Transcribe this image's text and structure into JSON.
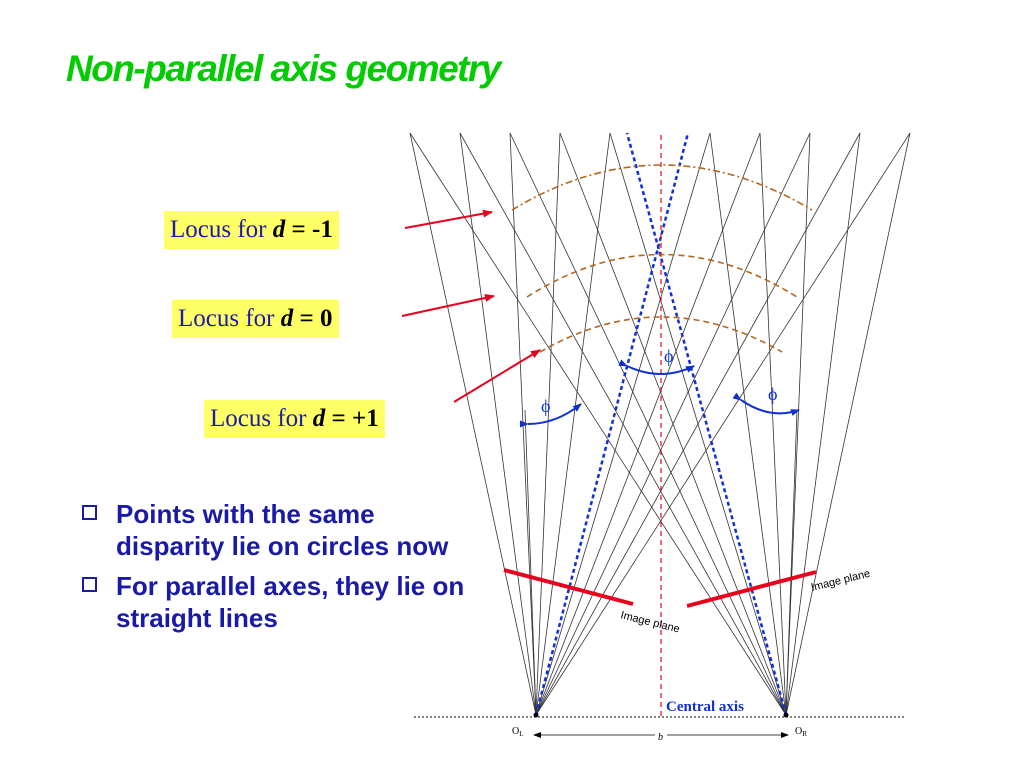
{
  "title": "Non-parallel axis geometry",
  "locus_labels": [
    {
      "prefix": "Locus for",
      "variable": "d",
      "value": "= -1"
    },
    {
      "prefix": "Locus for",
      "variable": "d",
      "value": "= 0"
    },
    {
      "prefix": "Locus for",
      "variable": "d",
      "value": "= +1"
    }
  ],
  "diagram": {
    "angle_symbol": "ϕ",
    "image_plane_label": "Image plane",
    "central_axis_label": "Central axis",
    "left_center_label": "O",
    "left_center_subscript": "L",
    "right_center_label": "O",
    "right_center_subscript": "R",
    "baseline_label": "b"
  },
  "bullets": [
    "Points with the same disparity lie on circles now",
    "For parallel axes, they lie on straight lines"
  ],
  "colors": {
    "title": "#00cc00",
    "text": "#1a1aa8",
    "highlight": "#ffff66",
    "arrow": "#e8001c",
    "locus_curve": "#b5651d",
    "optical_axis": "#1030d0",
    "image_plane": "#e8001c"
  }
}
